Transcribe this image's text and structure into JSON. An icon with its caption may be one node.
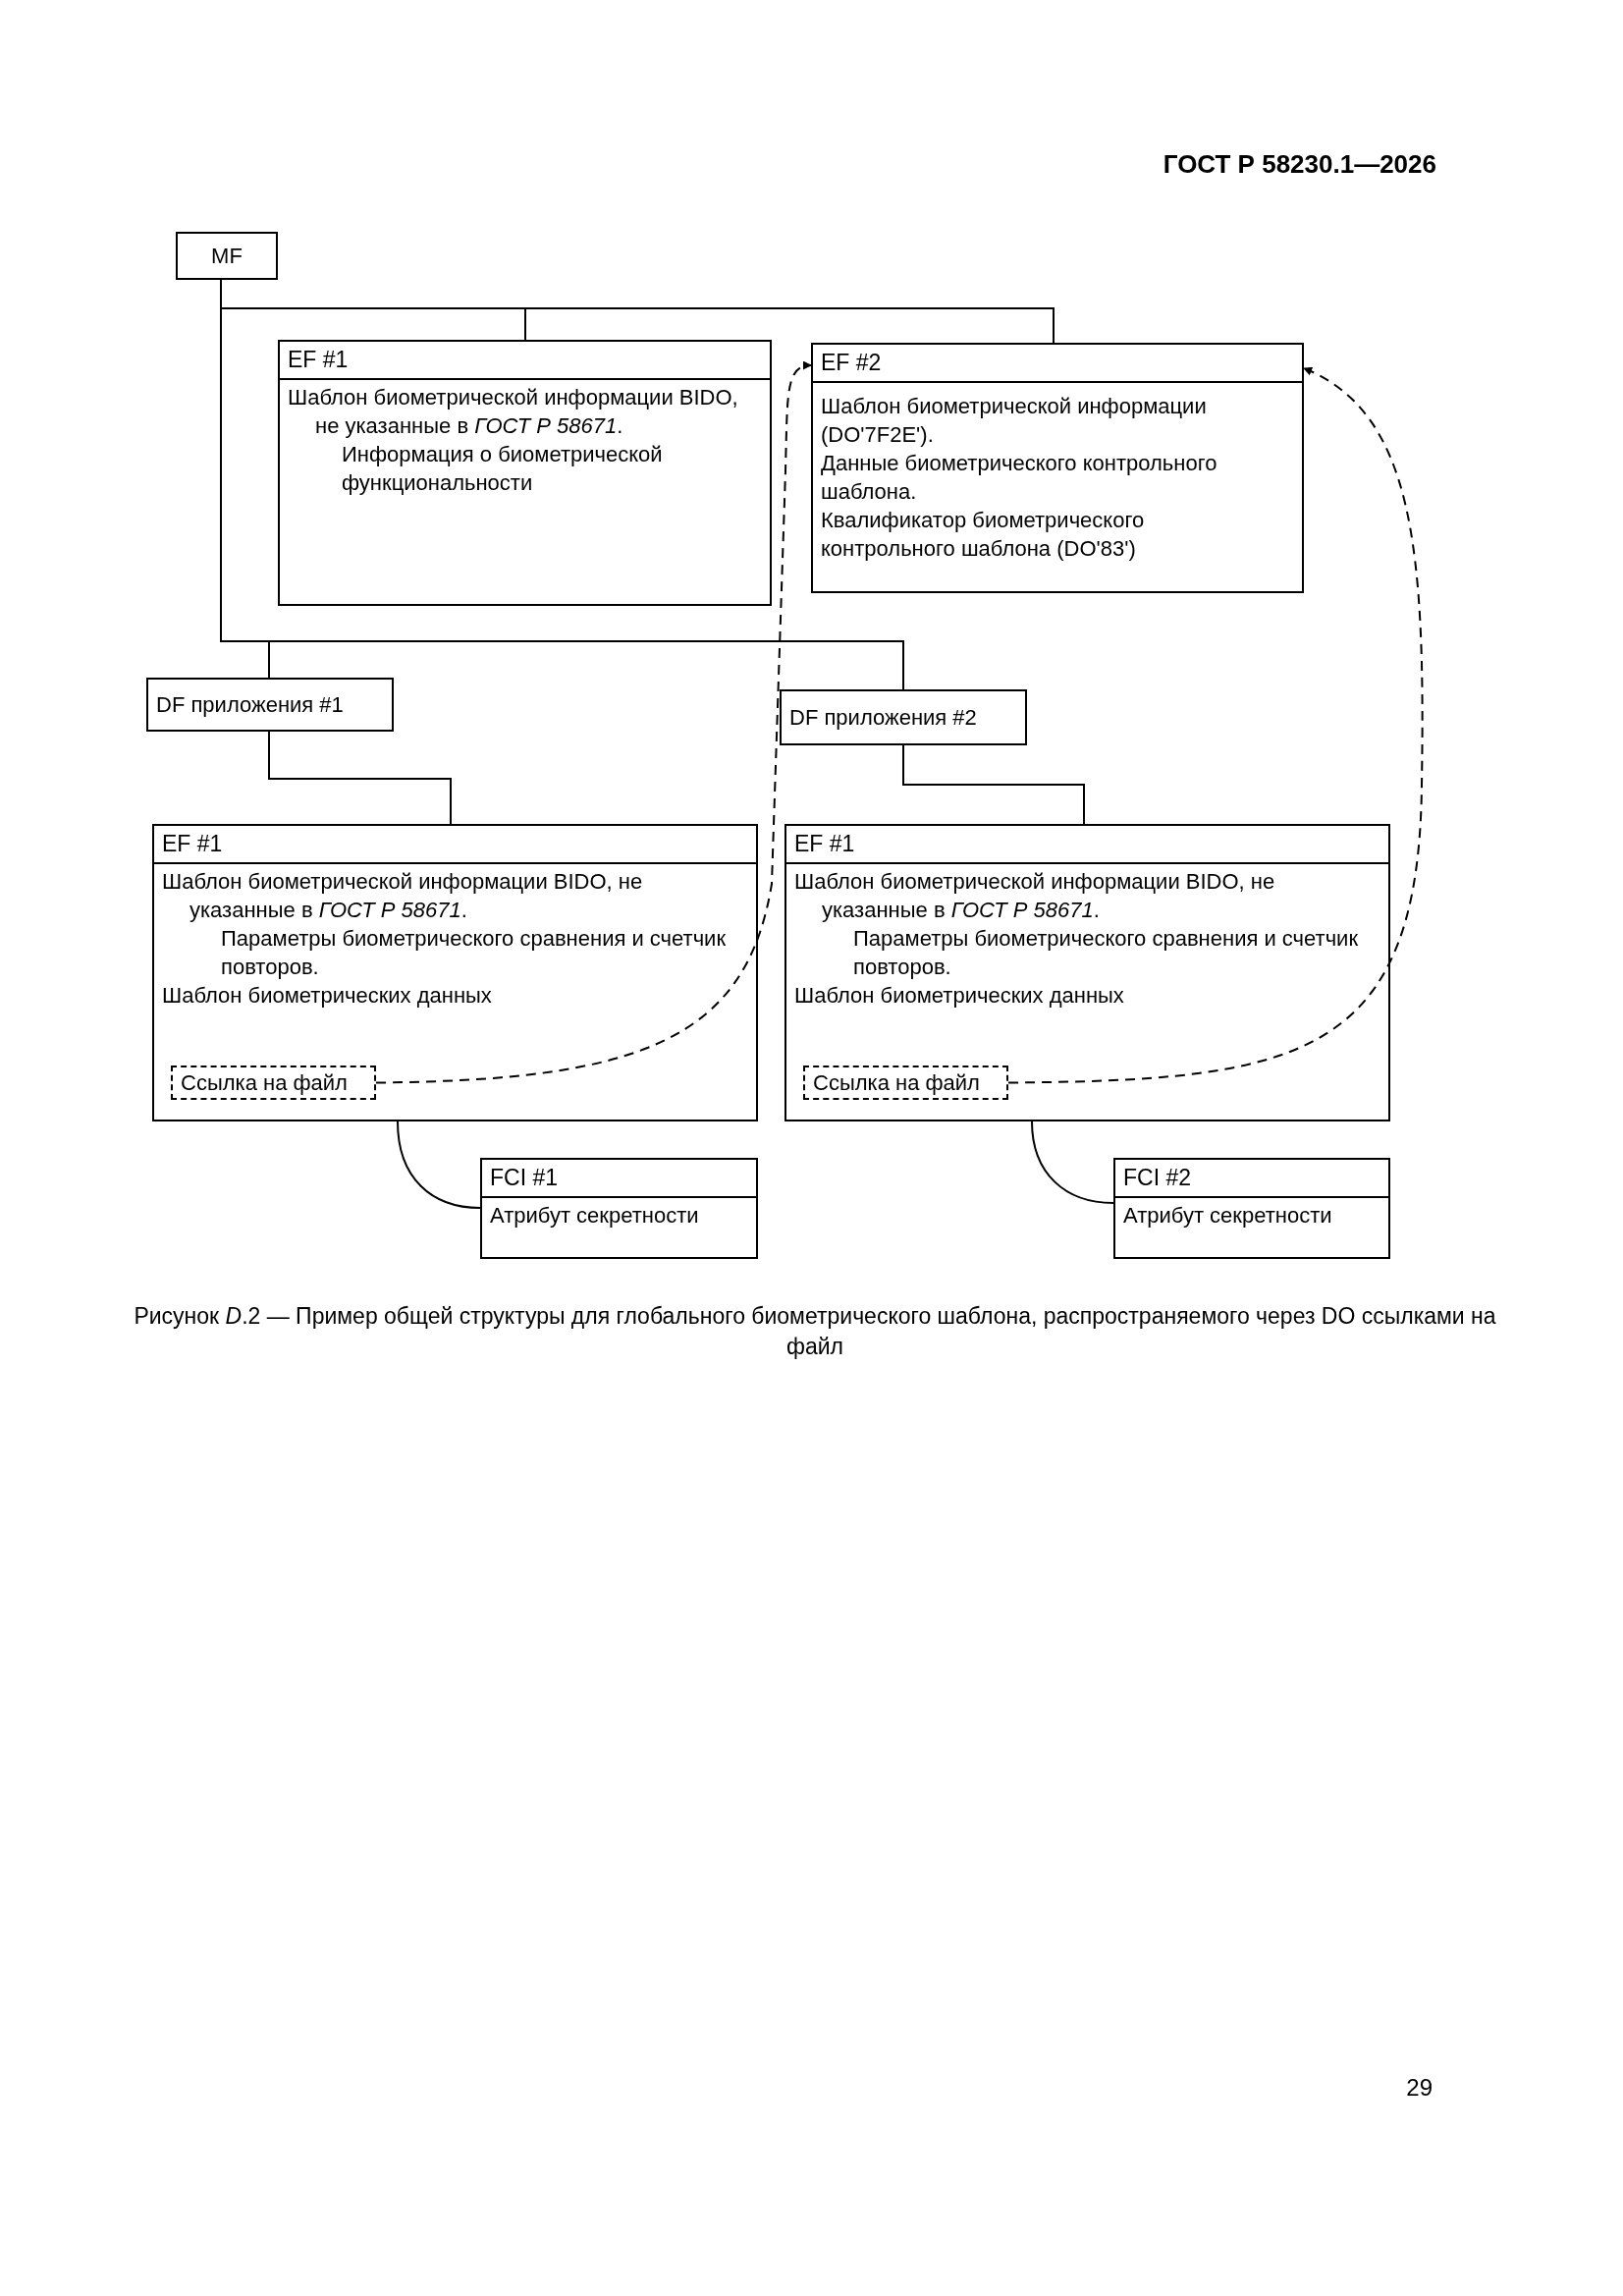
{
  "diagram": {
    "caption": "Рисунок *D*.2 — Пример общей структуры для глобального биометрического шаблона, распространяемого через DO ссылками на файл",
    "nodes": [
      {
        "text": [
          "MF"
        ]
      },
      {
        "text": [
          "EF #1",
          "Шаблон биометрической информации BIDO, не указанные в *ГОСТ Р 58671*.",
          "Информация о биометрической функциональности"
        ]
      },
      {
        "text": [
          "EF #2",
          "Шаблон биометрической информации (DO'7F2E').",
          "Данные биометрического контрольного шаблона.",
          "Квалификатор биометрического контрольного шаблона (DO'83')"
        ]
      },
      {
        "text": [
          "DF приложения #1"
        ]
      },
      {
        "text": [
          "DF приложения #2"
        ]
      },
      {
        "text": [
          "EF #1",
          "Шаблон биометрической информации BIDO, не указанные в *ГОСТ Р 58671*.",
          "Параметры биометрического сравнения и счетчик повторов.",
          "Шаблон биометрических данных"
        ]
      },
      {
        "text": [
          "Ссылка на файл"
        ],
        "in": 5
      },
      {
        "text": [
          "EF #1",
          "Шаблон биометрической информации BIDO, не указанные в *ГОСТ Р 58671*.",
          "Параметры биометрического сравнения и счетчик повторов.",
          "Шаблон биометрических данных"
        ]
      },
      {
        "text": [
          "Ссылка на файл"
        ],
        "in": 7
      },
      {
        "text": [
          "FCI #1",
          "Атрибут секретности"
        ]
      },
      {
        "text": [
          "FCI #2",
          "Атрибут секретности"
        ]
      }
    ],
    "edges": [
      {
        "from": 0,
        "to": 1,
        "arrow": "none"
      },
      {
        "from": 0,
        "to": 2,
        "arrow": "none"
      },
      {
        "from": 0,
        "to": 3,
        "arrow": "none"
      },
      {
        "from": 0,
        "to": 4,
        "arrow": "none"
      },
      {
        "from": 3,
        "to": 5,
        "arrow": "none"
      },
      {
        "from": 4,
        "to": 7,
        "arrow": "none"
      },
      {
        "from": 5,
        "to": 9,
        "arrow": "none"
      },
      {
        "from": 7,
        "to": 10,
        "arrow": "none"
      },
      {
        "from": 6,
        "to": 2,
        "arrow": "to",
        "style": "dashed"
      },
      {
        "from": 8,
        "to": 2,
        "arrow": "to",
        "style": "dashed"
      }
    ],
    "labels": [
      "ГОСТ Р 58230.1—2026",
      "29"
    ]
  }
}
